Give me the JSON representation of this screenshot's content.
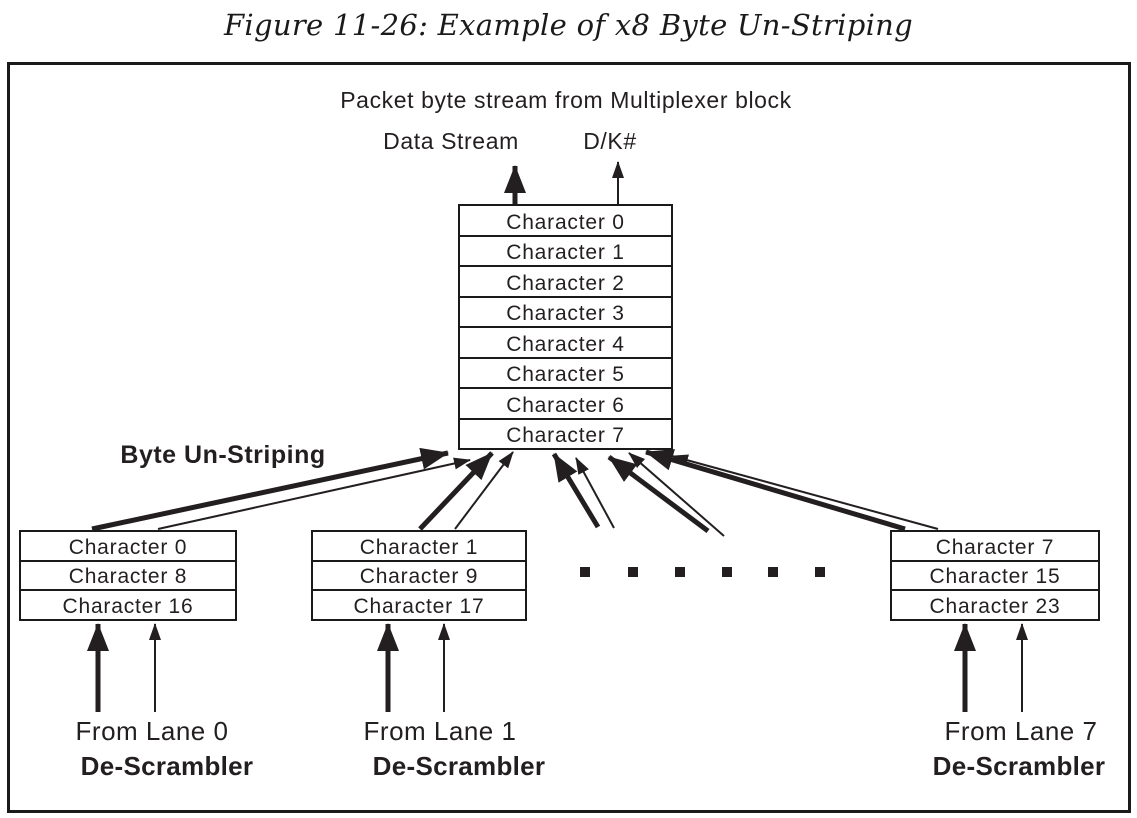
{
  "title": "Figure 11-26: Example of x8 Byte Un-Striping",
  "diagram": {
    "top_caption": "Packet byte stream from Multiplexer block",
    "data_stream_label": "Data Stream",
    "dk_label": "D/K#",
    "byte_unstriping_label": "Byte Un-Striping",
    "stack": {
      "rows": [
        "Character 0",
        "Character 1",
        "Character 2",
        "Character 3",
        "Character 4",
        "Character 5",
        "Character 6",
        "Character 7"
      ]
    },
    "lanes": [
      {
        "rows": [
          "Character 0",
          "Character 8",
          "Character 16"
        ],
        "from_label": "From Lane 0",
        "descrambler_label": "De-Scrambler"
      },
      {
        "rows": [
          "Character 1",
          "Character 9",
          "Character 17"
        ],
        "from_label": "From Lane 1",
        "descrambler_label": "De-Scrambler"
      },
      {
        "rows": [
          "Character 7",
          "Character 15",
          "Character 23"
        ],
        "from_label": "From Lane 7",
        "descrambler_label": "De-Scrambler"
      }
    ],
    "ellipsis_dot_count": 6,
    "colors": {
      "ink": "#231f20",
      "background": "#ffffff"
    }
  }
}
